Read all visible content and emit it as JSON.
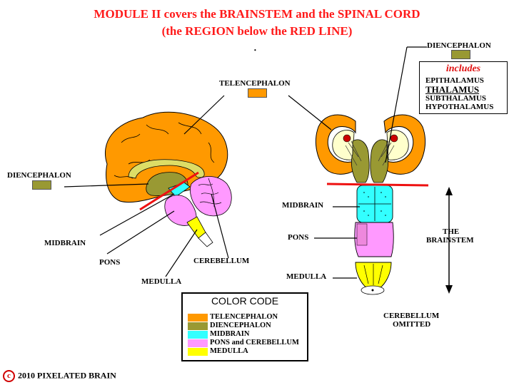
{
  "title": {
    "line1": "MODULE II covers the BRAINSTEM and the SPINAL CORD",
    "line2": "(the REGION below the RED LINE)"
  },
  "labels": {
    "telencephalon": "TELENCEPHALON",
    "diencephalon_left": "DIENCEPHALON",
    "diencephalon_right": "DIENCEPHALON",
    "midbrain_left": "MIDBRAIN",
    "pons_left": "PONS",
    "medulla_left": "MEDULLA",
    "cerebellum_left": "CEREBELLUM",
    "midbrain_right": "MIDBRAIN",
    "pons_right": "PONS",
    "medulla_right": "MEDULLA",
    "brainstem_line1": "THE",
    "brainstem_line2": "BRAINSTEM",
    "cerebellum_omitted_line1": "CEREBELLUM",
    "cerebellum_omitted_line2": "OMITTED"
  },
  "includes": {
    "title": "includes",
    "items": [
      "EPITHALAMUS",
      "THALAMUS",
      "SUBTHALAMUS",
      "HYPOTHALAMUS"
    ]
  },
  "color_code": {
    "title": "COLOR CODE",
    "entries": [
      {
        "label": "TELENCEPHALON",
        "color": "#ff9900"
      },
      {
        "label": "DIENCEPHALON",
        "color": "#999933"
      },
      {
        "label": "MIDBRAIN",
        "color": "#33ffff"
      },
      {
        "label": "PONS and CEREBELLUM",
        "color": "#ff99ff"
      },
      {
        "label": "MEDULLA",
        "color": "#ffff00"
      }
    ]
  },
  "colors": {
    "telencephalon": "#ff9900",
    "diencephalon": "#999933",
    "midbrain": "#33ffff",
    "pons": "#ff99ff",
    "medulla": "#ffff00",
    "red_line": "#ee1111",
    "title": "#ff1a1a"
  },
  "copyright": {
    "symbol": "c",
    "text": "2010  PIXELATED BRAIN"
  }
}
